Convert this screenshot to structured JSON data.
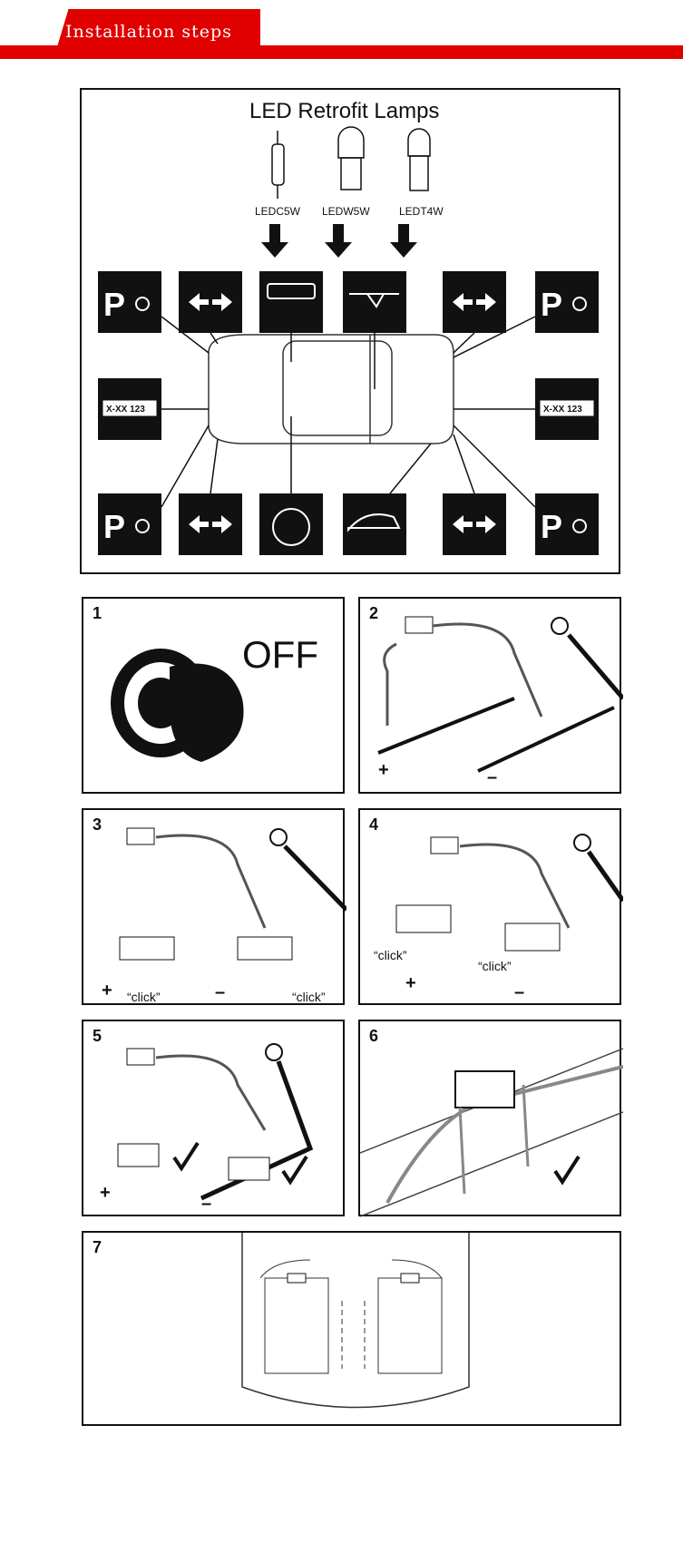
{
  "header": {
    "title": "Installation steps"
  },
  "overview": {
    "title": "LED Retrofit Lamps",
    "bulbs": [
      "LEDC5W",
      "LEDW5W",
      "LEDT4W"
    ],
    "plate_text": "X-XX 123",
    "parking_letter": "P"
  },
  "steps": [
    {
      "number": "1",
      "text": "OFF"
    },
    {
      "number": "2",
      "plus": "+",
      "minus": "–"
    },
    {
      "number": "3",
      "click_left": "“click”",
      "click_right": "“click”",
      "plus": "+",
      "minus": "–"
    },
    {
      "number": "4",
      "click_left": "“click”",
      "click_right": "“click”",
      "plus": "+",
      "minus": "–"
    },
    {
      "number": "5",
      "plus": "+",
      "minus": "–"
    },
    {
      "number": "6"
    },
    {
      "number": "7"
    }
  ],
  "colors": {
    "accent": "#e00000",
    "ink": "#111111"
  }
}
